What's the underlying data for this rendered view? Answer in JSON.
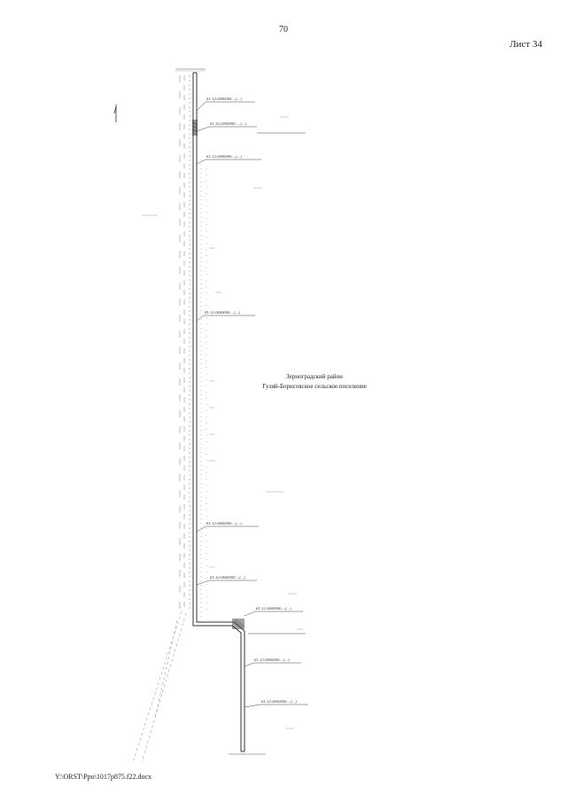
{
  "header": {
    "page_number": "70",
    "sheet_label": "Лист 34"
  },
  "district": {
    "line1": "Зерноградский район",
    "line2": "Гуляй-Борисовское сельское поселение"
  },
  "parcel_labels": [
    "61:12:0000000:...(...)",
    "61:12:0000000:....(...)",
    "61:12:0600000:...(...)",
    "61:12:0600000:...(...)",
    "61:12:0600000:...(...)",
    "61:12:0600000:...(...)",
    "61:12:0600000:...(...)",
    "61:12:0600000:...(...)",
    "61:12:0600000:...(...)"
  ],
  "footer": {
    "file_path": "Y:\\ORST\\Ppo\\1017p875.f22.docx"
  }
}
